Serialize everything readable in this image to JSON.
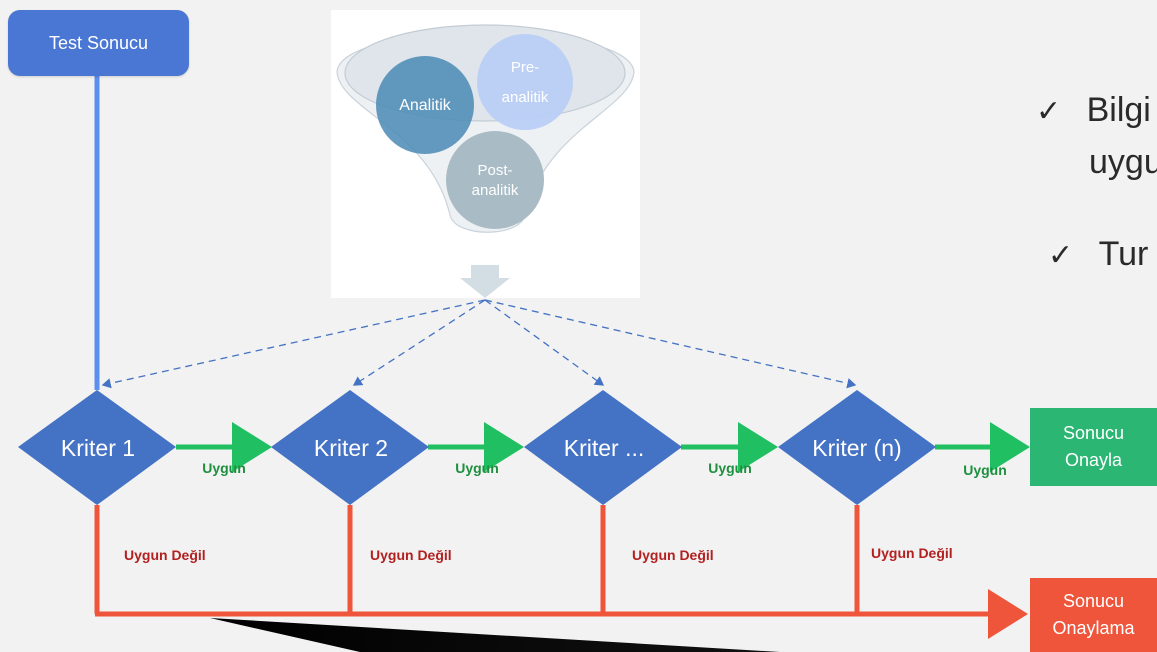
{
  "flow": {
    "start_label": "Test Sonucu",
    "criteria": [
      "Kriter 1",
      "Kriter 2",
      "Kriter ...",
      "Kriter (n)"
    ],
    "pass_label": "Uygun",
    "fail_label": "Uygun Değil",
    "approve": {
      "line1": "Sonucu",
      "line2": "Onayla"
    },
    "reject": {
      "line1": "Sonucu",
      "line2": "Onaylama"
    }
  },
  "funnel": {
    "circles": [
      {
        "label": "Pre-",
        "label2": "analitik"
      },
      {
        "label": "Analitik"
      },
      {
        "label": "Post-",
        "label2": "analitik"
      }
    ]
  },
  "side_bullets": [
    {
      "check": "✓",
      "text_line1": "Bilgi",
      "text_line2": "uygu"
    },
    {
      "check": "✓",
      "text_line1": "Tur"
    }
  ],
  "colors": {
    "diamond": "#4472c4",
    "start_line": "#5b8ff0",
    "pass_arrow": "#1fbf62",
    "fail_line": "#ef553a",
    "pass_text": "#1e8f3e",
    "fail_text": "#b32020",
    "approve_box": "#2bb673",
    "reject_box": "#ef553a"
  }
}
